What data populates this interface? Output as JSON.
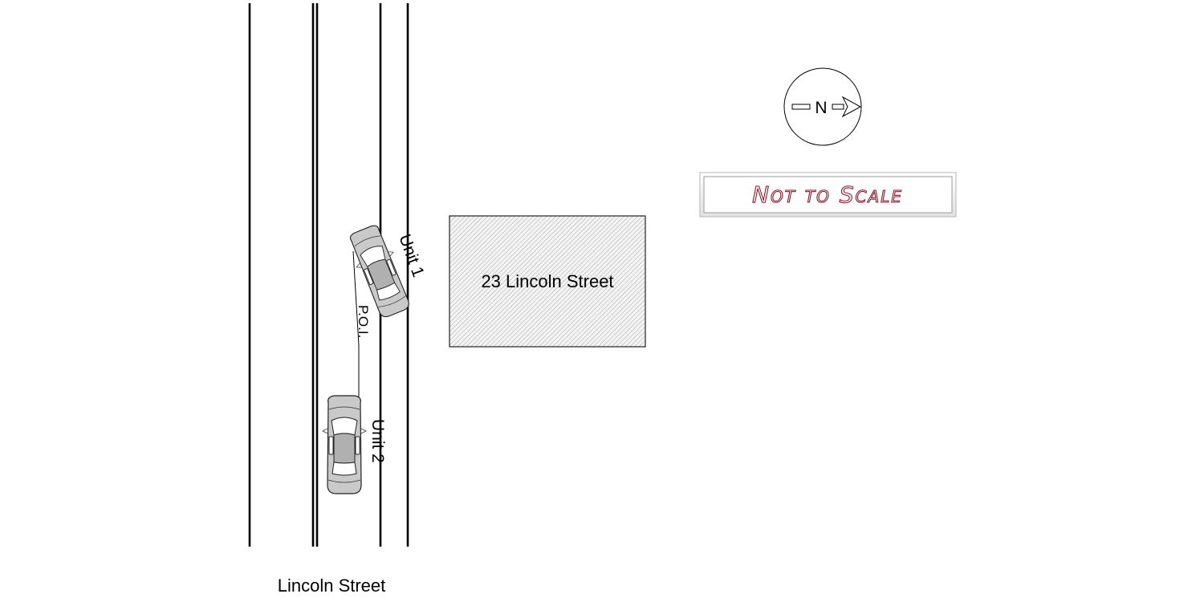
{
  "building": {
    "label": "23 Lincoln Street"
  },
  "street": {
    "label": "Lincoln Street"
  },
  "vehicles": [
    {
      "label": "Unit 1"
    },
    {
      "label": "Unit 2"
    }
  ],
  "impact": {
    "label": "P.O.I."
  },
  "compass": {
    "label": "N",
    "icon": "north-arrow-icon"
  },
  "scale_note": {
    "label": "Not to Scale",
    "color": "#8b1a2b"
  },
  "colors": {
    "line": "#000000",
    "car": "#c9c9c9",
    "building_fill": "#f4f4f4"
  }
}
